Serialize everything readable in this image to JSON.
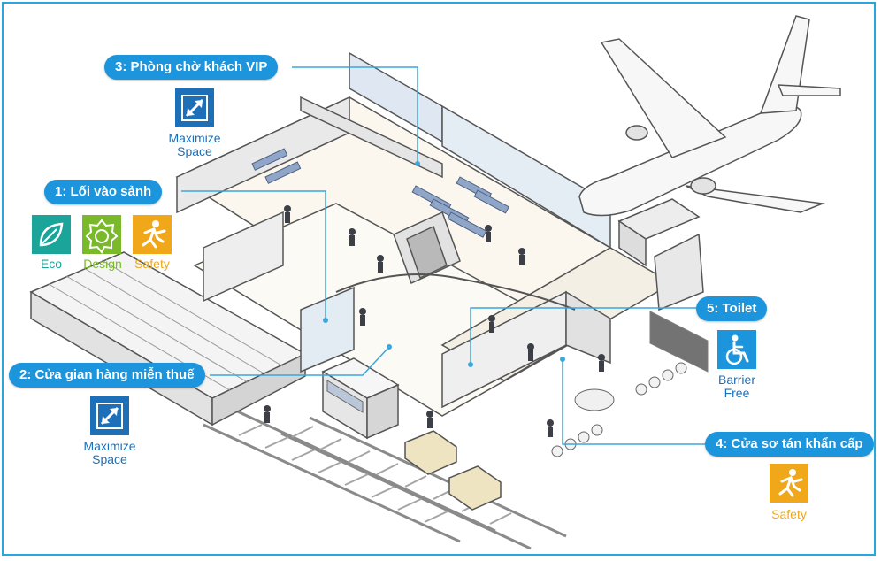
{
  "callouts": {
    "vip": "3: Phòng chờ khách VIP",
    "entrance": "1: Lối vào sảnh",
    "dutyfree": "2: Cửa gian hàng miễn thuế",
    "toilet": "5: Toilet",
    "emergency": "4: Cửa sơ tán khẩn cấp"
  },
  "badges": {
    "maximize_top": [
      "Maximize",
      "Space"
    ],
    "maximize_bottom": [
      "Maximize",
      "Space"
    ],
    "eco": "Eco",
    "design": "Design",
    "safety_left": "Safety",
    "barrier": [
      "Barrier",
      "Free"
    ],
    "safety_right": "Safety"
  },
  "colors": {
    "callout": "#1d95dc",
    "leader_line": "#3aa7dd",
    "frame": "#2aa6df",
    "maximize": "#1d6fb8",
    "eco": "#1aa49a",
    "design": "#7ab929",
    "safety": "#f0a81a"
  }
}
